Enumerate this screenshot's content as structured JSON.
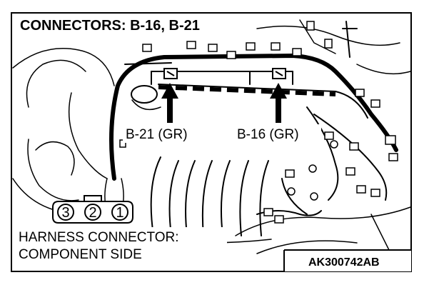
{
  "title": "CONNECTORS: B-16, B-21",
  "labels": {
    "b21": "B-21 (GR)",
    "b16": "B-16 (GR)"
  },
  "connector_pins": [
    "3",
    "2",
    "1"
  ],
  "note_line1": "HARNESS CONNECTOR:",
  "note_line2": "COMPONENT SIDE",
  "figure_code": "AK300742AB"
}
